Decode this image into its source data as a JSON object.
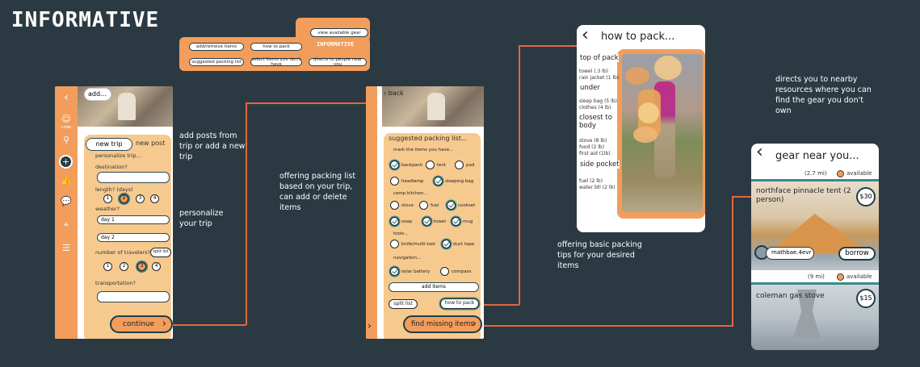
{
  "title": "INFORMATIVE",
  "flow_map": {
    "view_gear": "view available gear",
    "brand": "INFORMATIVE",
    "add_remove": "add/remove items",
    "how_to_pack": "how to pack",
    "suggested": "suggested packing list",
    "select_items": "select items you don't have",
    "directs": "directs to people near you"
  },
  "screen1": {
    "add_label": "add...",
    "code_label": "code",
    "tab_new_trip": "new trip",
    "tab_new_post": "new post",
    "personalize": "personalize trip...",
    "destination": "destination?",
    "length": "length? (days)",
    "length_options": [
      "1",
      "2",
      "3",
      "4"
    ],
    "weather": "weather?",
    "day1": "day 1",
    "day2": "day 2",
    "travelers": "number of travelers?",
    "split_list": "split list",
    "traveler_options": [
      "1",
      "2",
      "3",
      "4"
    ],
    "transportation": "transportation?",
    "continue": "continue"
  },
  "annotations": {
    "add_posts": "add posts from trip or add a new trip",
    "personalize": "personalize your trip",
    "packing_list": "offering packing list based on your trip, can add or delete items",
    "packing_tips": "offering basic packing tips for your desired items",
    "nearby": "directs you to nearby resources where you can find the gear you don't own"
  },
  "screen2": {
    "back": "back",
    "heading": "suggested packing list...",
    "mark": "mark the items you have...",
    "items_row1": [
      "backpack",
      "tent",
      "pad"
    ],
    "items_row2": [
      "headlamp",
      "sleeping bag"
    ],
    "camp_kitchen": "camp kitchen...",
    "items_row3": [
      "stove",
      "fuel",
      "cookset"
    ],
    "items_row4": [
      "soap",
      "towel",
      "mug"
    ],
    "tools": "tools...",
    "items_row5": [
      "knife/multi-tool",
      "duct tape"
    ],
    "navigation": "navigation...",
    "items_row6": [
      "solar battery",
      "compass"
    ],
    "add_items": "add items",
    "split_list": "split list",
    "how_to_pack": "how to pack",
    "find_missing": "find missing items"
  },
  "screen3": {
    "title": "how to pack...",
    "top_of_pack": "top of pack",
    "top_items": [
      "towel (.3 lb)",
      "rain jacket (1 lb)"
    ],
    "under": "under",
    "under_items": [
      "sleep bag (5 lb)",
      "clothes (4 lb)"
    ],
    "closest": "closest to body",
    "closest_items": [
      "stove (8 lb)",
      "food (2 lb)",
      "first aid (1lb)"
    ],
    "side": "side pocket",
    "side_items": [
      "fuel (2 lb)",
      "water btl (2 lb)"
    ]
  },
  "screen4": {
    "title": "gear near you...",
    "dist1": "(2.7 mi)",
    "available1": "available",
    "item1": "northface pinnacle tent (2 person)",
    "price1": "$30",
    "user": "mathbae.4evr",
    "borrow": "borrow",
    "dist2": "(9 mi)",
    "available2": "available",
    "item2": "coleman gas stove",
    "price2": "$15"
  },
  "colors": {
    "background": "#2b3a42",
    "accent": "#f29d5c",
    "panel": "#f6c98e",
    "connector": "#e2673d",
    "teal": "#3a8a8a"
  }
}
